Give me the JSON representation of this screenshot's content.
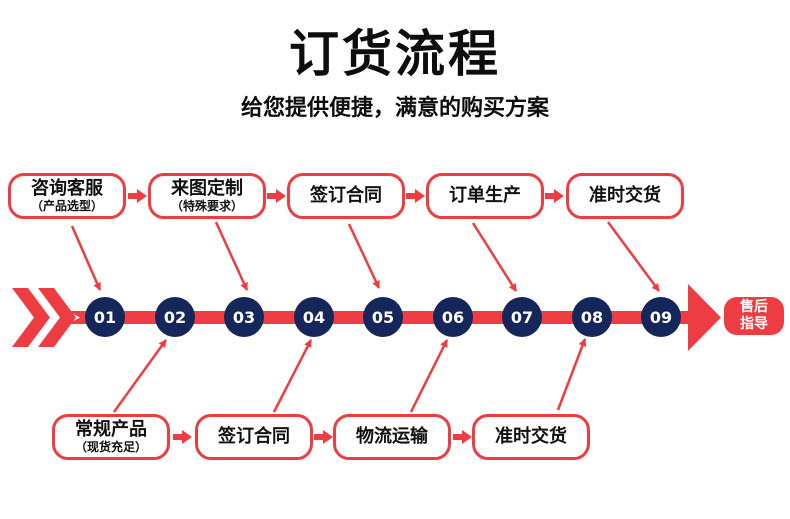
{
  "header": {
    "title": "订货流程",
    "subtitle": "给您提供便捷，满意的购买方案"
  },
  "colors": {
    "accent_red": "#ee3c43",
    "step_navy": "#15265b",
    "text_black": "#111111",
    "background": "#ffffff"
  },
  "top_row": {
    "boxes": [
      {
        "label": "咨询客服",
        "sublabel": "（产品选型）"
      },
      {
        "label": "来图定制",
        "sublabel": "（特殊要求）"
      },
      {
        "label": "签订合同",
        "sublabel": ""
      },
      {
        "label": "订单生产",
        "sublabel": ""
      },
      {
        "label": "准时交货",
        "sublabel": ""
      }
    ]
  },
  "bottom_row": {
    "boxes": [
      {
        "label": "常规产品",
        "sublabel": "（现货充足）"
      },
      {
        "label": "签订合同",
        "sublabel": ""
      },
      {
        "label": "物流运输",
        "sublabel": ""
      },
      {
        "label": "准时交货",
        "sublabel": ""
      }
    ]
  },
  "timeline": {
    "steps": [
      "01",
      "02",
      "03",
      "04",
      "05",
      "06",
      "07",
      "08",
      "09"
    ],
    "end_label_line1": "售后",
    "end_label_line2": "指导"
  }
}
